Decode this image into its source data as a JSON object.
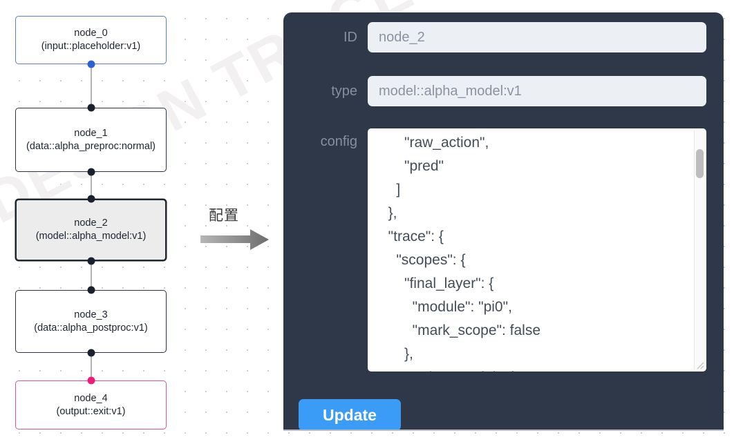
{
  "graph": {
    "watermark_text": "DESIGN TRACE",
    "nodes": [
      {
        "id": "node_0",
        "type": "(input::placeholder:v1)",
        "kind": "input",
        "selected": false
      },
      {
        "id": "node_1",
        "type": "(data::alpha_preproc:normal)",
        "kind": "default",
        "selected": false
      },
      {
        "id": "node_2",
        "type": "(model::alpha_model:v1)",
        "kind": "default",
        "selected": true
      },
      {
        "id": "node_3",
        "type": "(data::alpha_postproc:v1)",
        "kind": "default",
        "selected": false
      },
      {
        "id": "node_4",
        "type": "(output::exit:v1)",
        "kind": "output",
        "selected": false
      }
    ],
    "colors": {
      "input_border": "#5b7fc7",
      "output_border": "#e84f92",
      "default_border": "#2b3240",
      "selected_fill": "#ececec",
      "edge": "#b4b4b4",
      "port": "#1b2030",
      "port_input": "#2c63d4",
      "port_output": "#ef1b7b"
    }
  },
  "transition": {
    "label": "配置",
    "arrow_icon": "right-arrow-icon"
  },
  "panel": {
    "background": "#2e3848",
    "fields": {
      "id": {
        "label": "ID",
        "value": "node_2"
      },
      "type": {
        "label": "type",
        "value": "model::alpha_model:v1"
      },
      "config": {
        "label": "config",
        "value": "      \"raw_action\",\n      \"pred\"\n    ]\n  },\n  \"trace\": {\n    \"scopes\": {\n      \"final_layer\": {\n        \"module\": \"pi0\",\n        \"mark_scope\": false\n      },\n      \"action_model\": {"
      }
    },
    "update_button": {
      "label": "Update",
      "color": "#3b9cf8"
    },
    "scrollbar": {
      "thumb_color": "#bdbdbd",
      "position": "near-top"
    }
  }
}
